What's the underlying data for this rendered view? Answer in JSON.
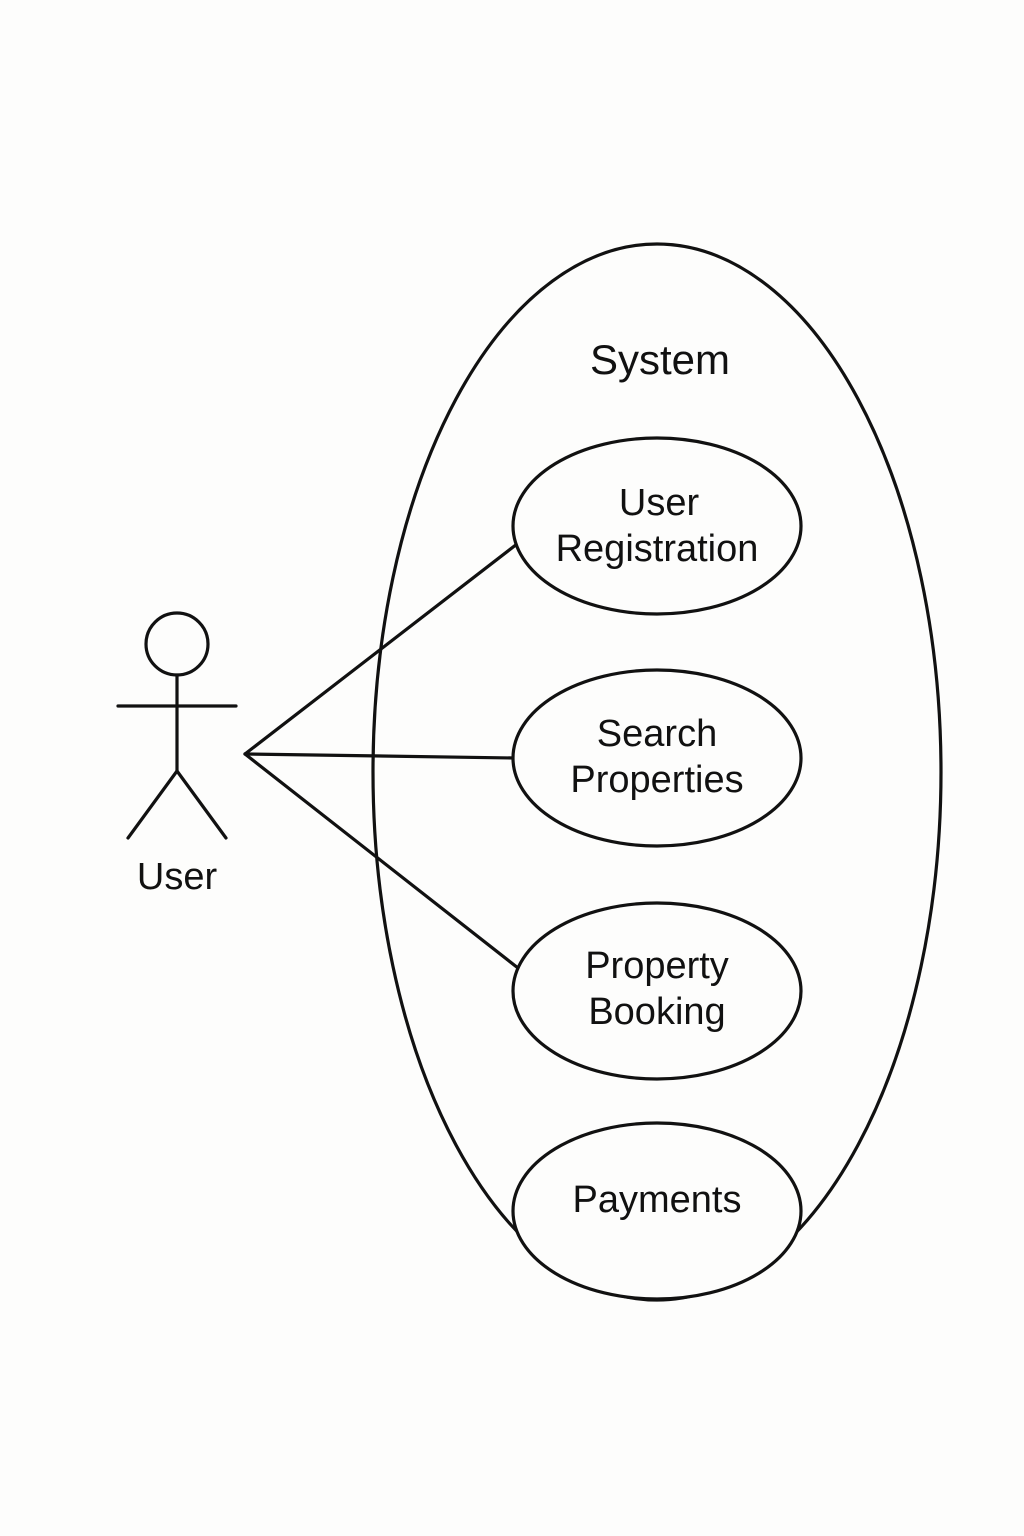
{
  "diagram": {
    "type": "use-case",
    "system": {
      "title": "System"
    },
    "actor": {
      "name": "User"
    },
    "use_cases": [
      {
        "id": "uc-registration",
        "line1": "User",
        "line2": "Registration"
      },
      {
        "id": "uc-search",
        "line1": "Search",
        "line2": "Properties"
      },
      {
        "id": "uc-booking",
        "line1": "Property",
        "line2": "Booking"
      },
      {
        "id": "uc-payments",
        "line1": "Payments",
        "line2": ""
      }
    ],
    "associations": [
      {
        "from": "actor",
        "to": "uc-registration"
      },
      {
        "from": "actor",
        "to": "uc-search"
      },
      {
        "from": "actor",
        "to": "uc-booking"
      }
    ],
    "colors": {
      "stroke": "#111111",
      "background": "#fdfdfc"
    }
  }
}
